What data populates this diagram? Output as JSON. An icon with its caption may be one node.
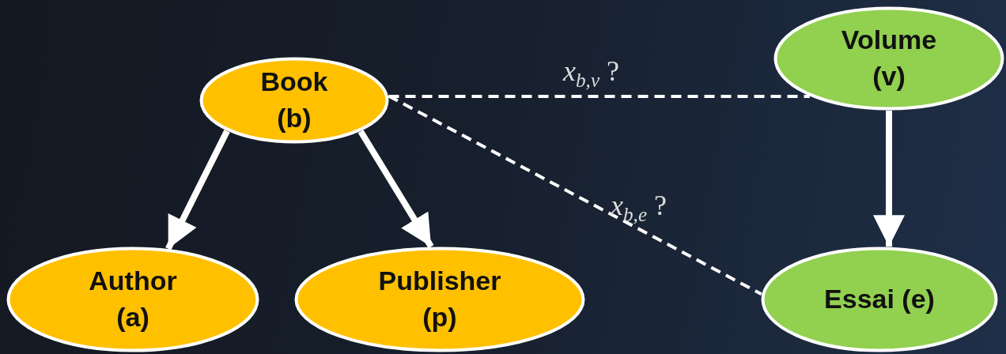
{
  "diagram": {
    "nodes": [
      {
        "text": [
          "Book (b)"
        ]
      },
      {
        "text": [
          "Author (a)"
        ]
      },
      {
        "text": [
          "Publisher (p)"
        ]
      },
      {
        "text": [
          "Volume (v)"
        ]
      },
      {
        "text": [
          "Essai (e)"
        ]
      }
    ],
    "edges": [
      {
        "from": 0,
        "to": 1,
        "arrow": "to"
      },
      {
        "from": 0,
        "to": 2,
        "arrow": "to"
      },
      {
        "from": 0,
        "to": 3,
        "arrow": "none",
        "style": "dashed",
        "label": "*x*$_{b,v}$ ?"
      },
      {
        "from": 0,
        "to": 4,
        "arrow": "none",
        "style": "dashed",
        "label": "*x*$_{b,e}$ ?"
      },
      {
        "from": 3,
        "to": 4,
        "arrow": "to"
      }
    ]
  }
}
